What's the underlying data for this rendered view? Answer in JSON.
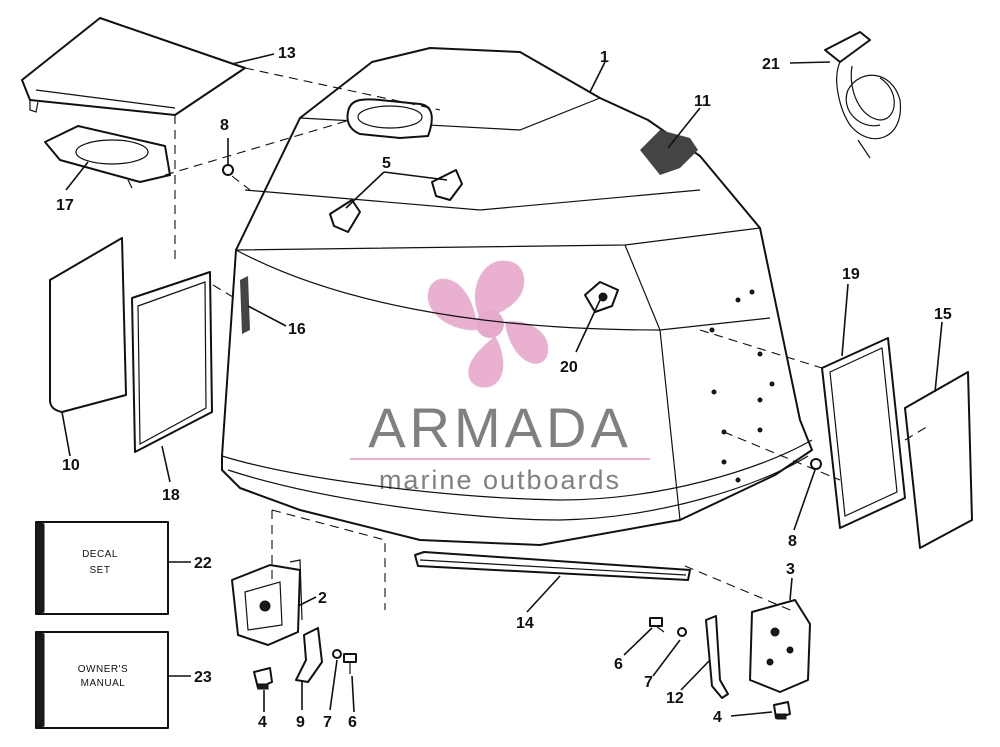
{
  "callouts": [
    {
      "key": "c1",
      "text": "1"
    },
    {
      "key": "c2",
      "text": "2"
    },
    {
      "key": "c3",
      "text": "3"
    },
    {
      "key": "c4a",
      "text": "4"
    },
    {
      "key": "c4b",
      "text": "4"
    },
    {
      "key": "c5",
      "text": "5"
    },
    {
      "key": "c6a",
      "text": "6"
    },
    {
      "key": "c6b",
      "text": "6"
    },
    {
      "key": "c7a",
      "text": "7"
    },
    {
      "key": "c7b",
      "text": "7"
    },
    {
      "key": "c8a",
      "text": "8"
    },
    {
      "key": "c8b",
      "text": "8"
    },
    {
      "key": "c9",
      "text": "9"
    },
    {
      "key": "c10",
      "text": "10"
    },
    {
      "key": "c11",
      "text": "11"
    },
    {
      "key": "c12",
      "text": "12"
    },
    {
      "key": "c13",
      "text": "13"
    },
    {
      "key": "c14",
      "text": "14"
    },
    {
      "key": "c15",
      "text": "15"
    },
    {
      "key": "c16",
      "text": "16"
    },
    {
      "key": "c17",
      "text": "17"
    },
    {
      "key": "c18",
      "text": "18"
    },
    {
      "key": "c19",
      "text": "19"
    },
    {
      "key": "c20",
      "text": "20"
    },
    {
      "key": "c21",
      "text": "21"
    },
    {
      "key": "c22",
      "text": "22"
    },
    {
      "key": "c23",
      "text": "23"
    }
  ],
  "boxes": {
    "decal_line1": "DECAL",
    "decal_line2": "SET",
    "manual_line1": "OWNER'S",
    "manual_line2": "MANUAL"
  },
  "watermark": {
    "brand": "ARMADA",
    "tagline": "marine outboards",
    "brand_color": "#6b6b6b",
    "logo_color": "#e6a3c8"
  }
}
